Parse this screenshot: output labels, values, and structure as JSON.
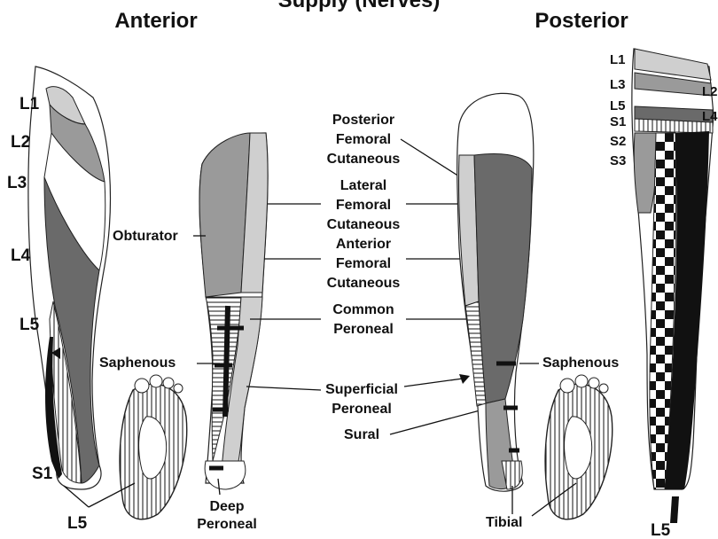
{
  "title_fragment": "Supply (Nerves)",
  "headings": {
    "anterior": "Anterior",
    "posterior": "Posterior"
  },
  "dermatomes_anterior": [
    "L1",
    "L2",
    "L3",
    "L4",
    "L5",
    "S1",
    "L5"
  ],
  "dermatomes_posterior": [
    "L1",
    "L3",
    "L5",
    "S1",
    "S2",
    "S3",
    "L2",
    "L4",
    "L5"
  ],
  "nerves": {
    "obturator": "Obturator",
    "saphenous": "Saphenous",
    "deep_peroneal": [
      "Deep",
      "Peroneal"
    ],
    "posterior_femoral_cutaneous": [
      "Posterior",
      "Femoral",
      "Cutaneous"
    ],
    "lateral_femoral_cutaneous": [
      "Lateral",
      "Femoral",
      "Cutaneous"
    ],
    "anterior_femoral_cutaneous": [
      "Anterior",
      "Femoral",
      "Cutaneous"
    ],
    "common_peroneal": [
      "Common",
      "Peroneal"
    ],
    "superficial_peroneal": [
      "Superficial",
      "Peroneal"
    ],
    "sural": "Sural",
    "saphenous_posterior": "Saphenous",
    "tibial": "Tibial"
  },
  "colors": {
    "dark": "#6a6a6a",
    "mid": "#9a9a9a",
    "light": "#cfcfcf",
    "black": "#111111"
  }
}
